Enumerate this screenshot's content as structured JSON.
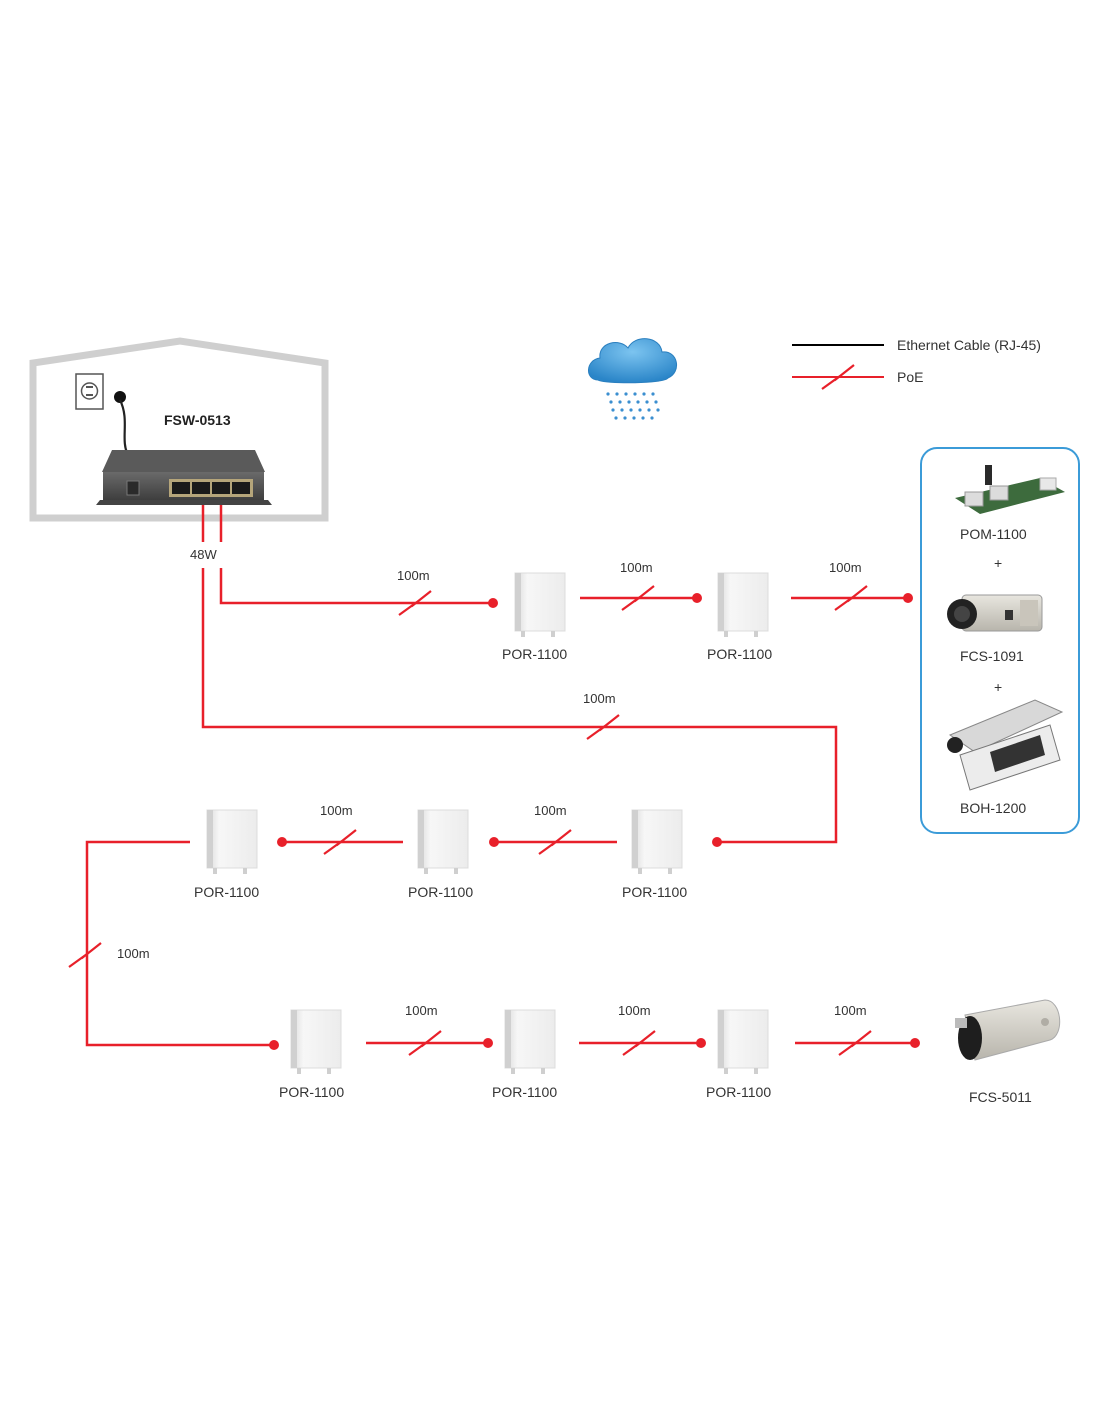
{
  "diagram": {
    "building": {
      "switch_label": "FSW-0513",
      "power_budget": "48W"
    },
    "legend": {
      "ethernet": {
        "label": "Ethernet Cable (RJ-45)",
        "color": "#000000"
      },
      "poe": {
        "label": "PoE",
        "color": "#e8202a"
      }
    },
    "weather_icon": "rain-cloud-icon",
    "colors": {
      "poe_line": "#e8202a",
      "building_outline": "#cccccc",
      "cloud": "#3b9bd8",
      "group_border": "#3b9bd8",
      "repeater_body": "#f2f2f2"
    },
    "row1": {
      "distances": [
        "100m",
        "100m",
        "100m"
      ],
      "repeaters": [
        "POR-1100",
        "POR-1100"
      ]
    },
    "link_row1_to_row2": {
      "distance": "100m"
    },
    "row2": {
      "distances": [
        "100m",
        "100m"
      ],
      "repeaters": [
        "POR-1100",
        "POR-1100",
        "POR-1100"
      ]
    },
    "link_row2_to_row3": {
      "distance": "100m"
    },
    "row3": {
      "distances": [
        "100m",
        "100m",
        "100m"
      ],
      "repeaters": [
        "POR-1100",
        "POR-1100",
        "POR-1100"
      ]
    },
    "end_group": {
      "items": [
        "POM-1100",
        "FCS-1091",
        "BOH-1200"
      ],
      "separator": "+"
    },
    "end_camera": {
      "label": "FCS-5011"
    }
  }
}
